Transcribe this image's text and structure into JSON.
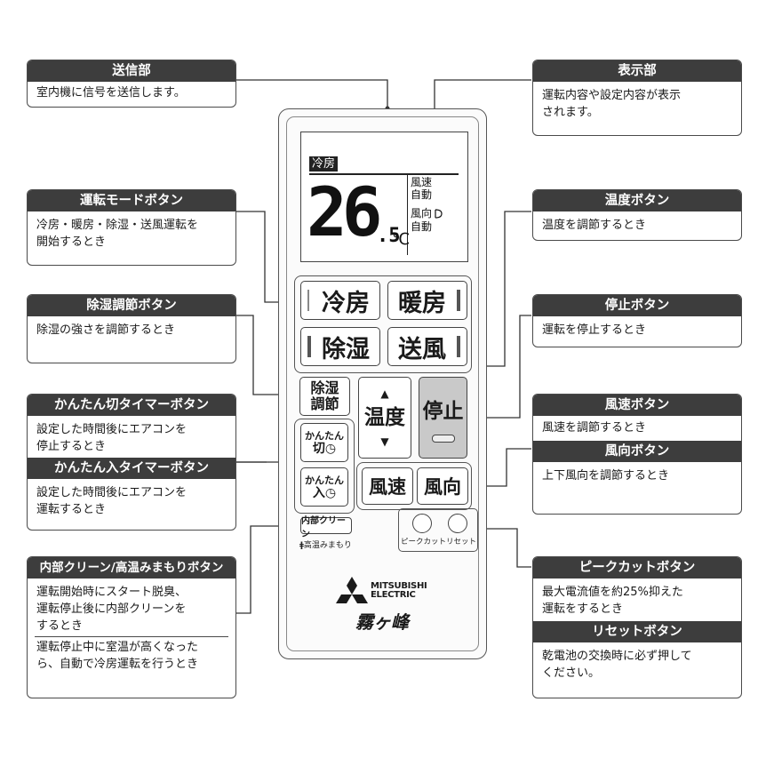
{
  "callouts": {
    "transmit": {
      "title": "送信部",
      "desc": "室内機に信号を送信します。"
    },
    "display": {
      "title": "表示部",
      "desc1": "運転内容や設定内容が表示",
      "desc2": "されます。"
    },
    "mode": {
      "title": "運転モードボタン",
      "desc1": "冷房・暖房・除湿・送風運転を",
      "desc2": "開始するとき"
    },
    "temp": {
      "title": "温度ボタン",
      "desc": "温度を調節するとき"
    },
    "dehum": {
      "title": "除湿調節ボタン",
      "desc": "除湿の強さを調節するとき"
    },
    "stop": {
      "title": "停止ボタン",
      "desc": "運転を停止するとき"
    },
    "timer_off": {
      "title": "かんたん切タイマーボタン",
      "desc1": "設定した時間後にエアコンを",
      "desc2": "停止するとき"
    },
    "timer_on": {
      "title": "かんたん入タイマーボタン",
      "desc1": "設定した時間後にエアコンを",
      "desc2": "運転するとき"
    },
    "fan_speed": {
      "title": "風速ボタン",
      "desc": "風速を調節するとき"
    },
    "fan_dir": {
      "title": "風向ボタン",
      "desc": "上下風向を調節するとき"
    },
    "clean": {
      "title": "内部クリーン/高温みまもりボタン",
      "desc1": "運転開始時にスタート脱臭、",
      "desc2": "運転停止後に内部クリーンを",
      "desc3": "するとき",
      "desc4": "運転停止中に室温が高くなった",
      "desc5": "ら、自動で冷房運転を行うとき"
    },
    "peak": {
      "title": "ピークカットボタン",
      "desc1": "最大電流値を約25%抑えた",
      "desc2": "運転をするとき"
    },
    "reset": {
      "title": "リセットボタン",
      "desc1": "乾電池の交換時に必ず押して",
      "desc2": "ください。"
    }
  },
  "lcd": {
    "mode": "冷房",
    "temp": "26",
    "decimal": ".5",
    "unit": "℃",
    "fan_label": "風速",
    "fan_value": "自動",
    "dir_label": "風向",
    "dir_value": "自動"
  },
  "buttons": {
    "cool": "冷房",
    "heat": "暖房",
    "dehum": "除湿",
    "fan": "送風",
    "dehum_adj_1": "除湿",
    "dehum_adj_2": "調節",
    "temp": "温度",
    "stop": "停止",
    "timer_off_1": "かんたん",
    "timer_off_2": "切",
    "timer_on_1": "かんたん",
    "timer_on_2": "入",
    "fan_speed": "風速",
    "fan_dir": "風向",
    "clean": "内部クリーン",
    "clean_sub": "高温みまもり",
    "peak": "ピークカット",
    "reset": "リセット"
  },
  "brand": {
    "name1": "MITSUBISHI",
    "name2": "ELECTRIC",
    "product": "霧ヶ峰"
  },
  "colors": {
    "header": "#3d3d3d",
    "stop_button": "#c9c9c9"
  }
}
